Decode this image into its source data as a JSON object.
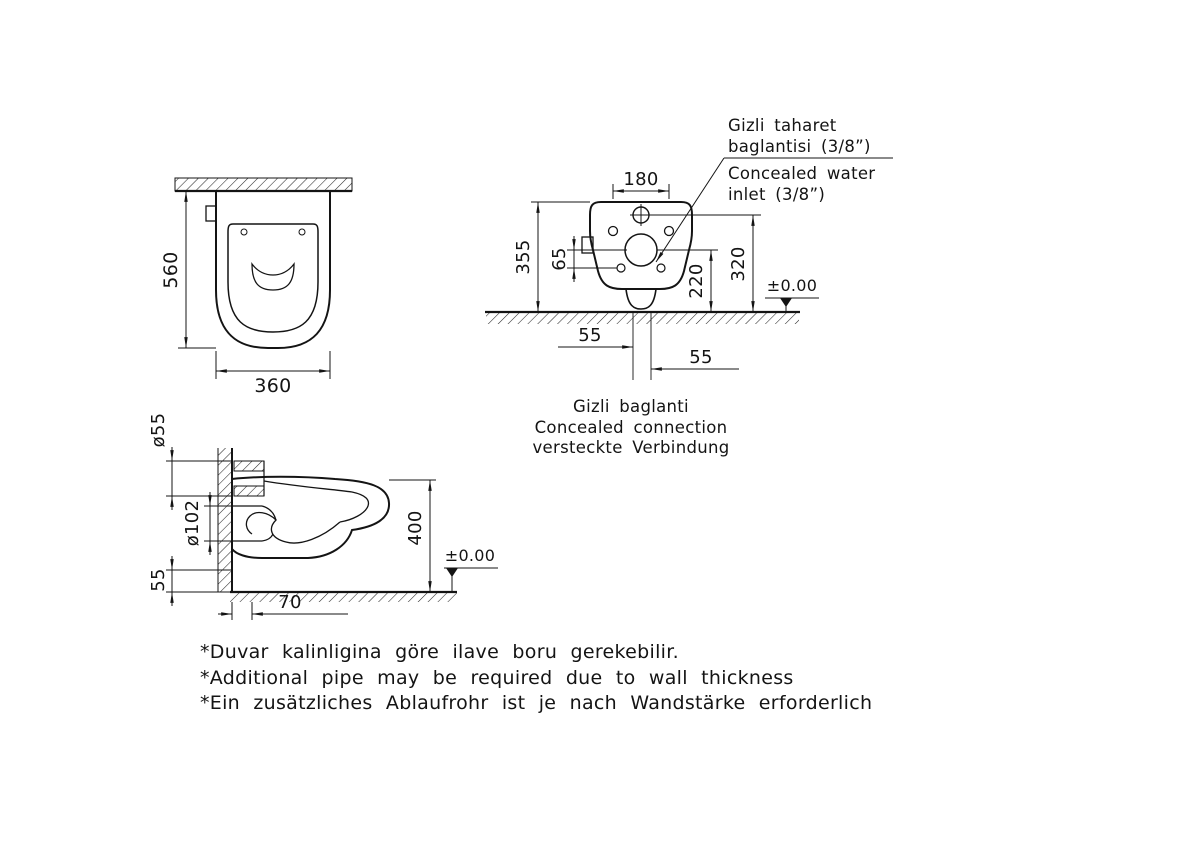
{
  "drawing": {
    "plan": {
      "depth": "560",
      "width": "360"
    },
    "front": {
      "hole_spacing": "180",
      "height_total": "355",
      "offset_small": "65",
      "height_outlet": "220",
      "height_inlet": "320",
      "offset_left": "55",
      "offset_right": "55",
      "level": "±0.00",
      "leader": {
        "tr1": "Gizli taharet",
        "tr2": "baglantisi (3/8”)",
        "en1": "Concealed water",
        "en2": "inlet (3/8”)"
      },
      "caption": {
        "tr": "Gizli baglanti",
        "en": "Concealed connection",
        "de": "versteckte Verbindung"
      }
    },
    "side": {
      "inlet_diameter": "ø55",
      "outlet_diameter": "ø102",
      "outlet_offset": "55",
      "height": "400",
      "wall_offset": "70",
      "level": "±0.00"
    },
    "notes": {
      "tr": "*Duvar kalinligina göre ilave boru gerekebilir.",
      "en": "*Additional pipe may be required due to wall thickness",
      "de": "*Ein zusätzliches Ablaufrohr ist je nach Wandstärke erforderlich"
    }
  }
}
